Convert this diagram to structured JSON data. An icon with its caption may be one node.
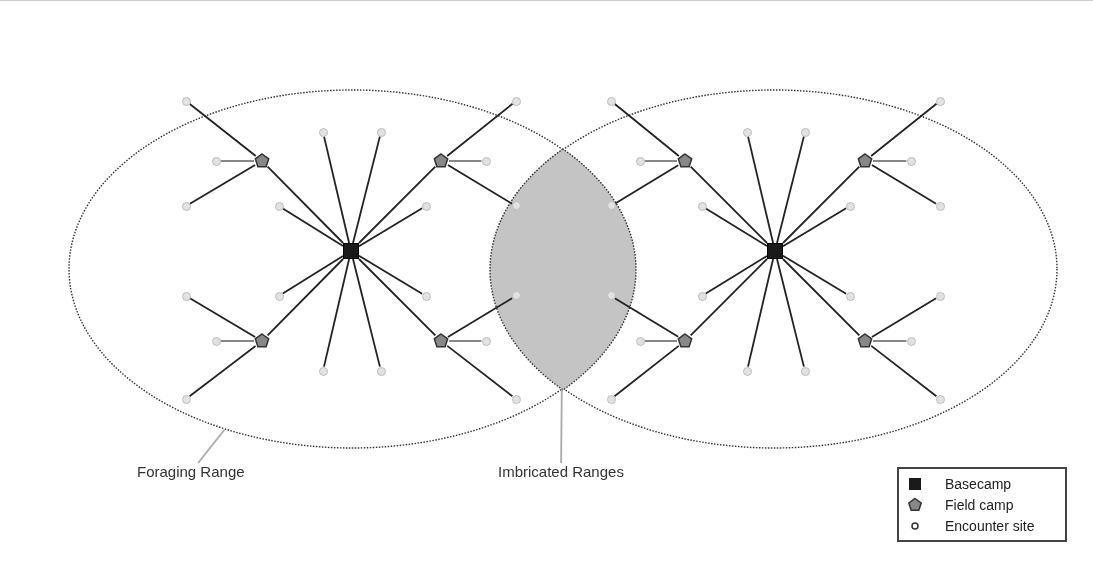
{
  "diagram": {
    "nodes": [
      {
        "text": [],
        "shape": "ellipse"
      },
      {
        "text": [],
        "shape": "ellipse"
      },
      {
        "text": [],
        "shape": "lens"
      },
      {
        "text": [],
        "shape": "square",
        "in": 0
      },
      {
        "text": [],
        "shape": "pentagon",
        "in": 0
      },
      {
        "text": [],
        "shape": "pentagon",
        "in": 0
      },
      {
        "text": [],
        "shape": "pentagon",
        "in": 0
      },
      {
        "text": [],
        "shape": "pentagon",
        "in": 0
      },
      {
        "text": [],
        "shape": "circle",
        "in": 0
      },
      {
        "text": [],
        "shape": "circle",
        "in": 0
      },
      {
        "text": [],
        "shape": "circle",
        "in": 0
      },
      {
        "text": [],
        "shape": "circle",
        "in": 0
      },
      {
        "text": [],
        "shape": "circle",
        "in": 0
      },
      {
        "text": [],
        "shape": "circle",
        "in": 0
      },
      {
        "text": [],
        "shape": "circle",
        "in": 0
      },
      {
        "text": [],
        "shape": "circle",
        "in": 0
      },
      {
        "text": [],
        "shape": "circle",
        "in": 0
      },
      {
        "text": [],
        "shape": "circle",
        "in": 0
      },
      {
        "text": [],
        "shape": "circle",
        "in": 0
      },
      {
        "text": [],
        "shape": "circle",
        "in": 0
      },
      {
        "text": [],
        "shape": "circle",
        "in": 0
      },
      {
        "text": [],
        "shape": "circle",
        "in": 2
      },
      {
        "text": [],
        "shape": "circle",
        "in": 0
      },
      {
        "text": [],
        "shape": "circle",
        "in": 0
      },
      {
        "text": [],
        "shape": "circle",
        "in": 0
      },
      {
        "text": [],
        "shape": "circle",
        "in": 2
      },
      {
        "text": [],
        "shape": "circle",
        "in": 0
      },
      {
        "text": [],
        "shape": "circle",
        "in": 0
      },
      {
        "text": [],
        "shape": "square",
        "in": 1
      },
      {
        "text": [],
        "shape": "pentagon",
        "in": 1
      },
      {
        "text": [],
        "shape": "pentagon",
        "in": 1
      },
      {
        "text": [],
        "shape": "pentagon",
        "in": 1
      },
      {
        "text": [],
        "shape": "pentagon",
        "in": 1
      },
      {
        "text": [],
        "shape": "circle",
        "in": 1
      },
      {
        "text": [],
        "shape": "circle",
        "in": 1
      },
      {
        "text": [],
        "shape": "circle",
        "in": 1
      },
      {
        "text": [],
        "shape": "circle",
        "in": 1
      },
      {
        "text": [],
        "shape": "circle",
        "in": 1
      },
      {
        "text": [],
        "shape": "circle",
        "in": 1
      },
      {
        "text": [],
        "shape": "circle",
        "in": 1
      },
      {
        "text": [],
        "shape": "circle",
        "in": 1
      },
      {
        "text": [],
        "shape": "circle",
        "in": 1
      },
      {
        "text": [],
        "shape": "circle",
        "in": 1
      },
      {
        "text": [],
        "shape": "circle",
        "in": 2
      },
      {
        "text": [],
        "shape": "circle",
        "in": 1
      },
      {
        "text": [],
        "shape": "circle",
        "in": 1
      },
      {
        "text": [],
        "shape": "circle",
        "in": 1
      },
      {
        "text": [],
        "shape": "circle",
        "in": 2
      },
      {
        "text": [],
        "shape": "circle",
        "in": 1
      },
      {
        "text": [],
        "shape": "circle",
        "in": 1
      },
      {
        "text": [],
        "shape": "circle",
        "in": 1
      },
      {
        "text": [],
        "shape": "circle",
        "in": 1
      },
      {
        "text": [],
        "shape": "circle",
        "in": 1
      },
      {
        "text": [
          "Foraging Range"
        ]
      },
      {
        "text": [
          "Imbricated Ranges"
        ]
      }
    ],
    "edges": [
      {
        "from": 3,
        "to": 4,
        "arrow": "none"
      },
      {
        "from": 3,
        "to": 5,
        "arrow": "none"
      },
      {
        "from": 3,
        "to": 6,
        "arrow": "none"
      },
      {
        "from": 3,
        "to": 7,
        "arrow": "none"
      },
      {
        "from": 3,
        "to": 8,
        "arrow": "none"
      },
      {
        "from": 3,
        "to": 9,
        "arrow": "none"
      },
      {
        "from": 3,
        "to": 10,
        "arrow": "none"
      },
      {
        "from": 3,
        "to": 11,
        "arrow": "none"
      },
      {
        "from": 3,
        "to": 12,
        "arrow": "none"
      },
      {
        "from": 3,
        "to": 13,
        "arrow": "none"
      },
      {
        "from": 3,
        "to": 14,
        "arrow": "none"
      },
      {
        "from": 3,
        "to": 15,
        "arrow": "none"
      },
      {
        "from": 4,
        "to": 16,
        "arrow": "none"
      },
      {
        "from": 4,
        "to": 17,
        "arrow": "none",
        "color": "#888888"
      },
      {
        "from": 4,
        "to": 18,
        "arrow": "none"
      },
      {
        "from": 5,
        "to": 19,
        "arrow": "none"
      },
      {
        "from": 5,
        "to": 20,
        "arrow": "none",
        "color": "#888888"
      },
      {
        "from": 5,
        "to": 21,
        "arrow": "none"
      },
      {
        "from": 6,
        "to": 22,
        "arrow": "none"
      },
      {
        "from": 6,
        "to": 23,
        "arrow": "none",
        "color": "#888888"
      },
      {
        "from": 6,
        "to": 24,
        "arrow": "none"
      },
      {
        "from": 7,
        "to": 25,
        "arrow": "none"
      },
      {
        "from": 7,
        "to": 26,
        "arrow": "none",
        "color": "#888888"
      },
      {
        "from": 7,
        "to": 27,
        "arrow": "none"
      },
      {
        "from": 28,
        "to": 29,
        "arrow": "none"
      },
      {
        "from": 28,
        "to": 30,
        "arrow": "none"
      },
      {
        "from": 28,
        "to": 31,
        "arrow": "none"
      },
      {
        "from": 28,
        "to": 32,
        "arrow": "none"
      },
      {
        "from": 28,
        "to": 33,
        "arrow": "none"
      },
      {
        "from": 28,
        "to": 34,
        "arrow": "none"
      },
      {
        "from": 28,
        "to": 35,
        "arrow": "none"
      },
      {
        "from": 28,
        "to": 36,
        "arrow": "none"
      },
      {
        "from": 28,
        "to": 37,
        "arrow": "none"
      },
      {
        "from": 28,
        "to": 38,
        "arrow": "none"
      },
      {
        "from": 28,
        "to": 39,
        "arrow": "none"
      },
      {
        "from": 28,
        "to": 40,
        "arrow": "none"
      },
      {
        "from": 29,
        "to": 41,
        "arrow": "none"
      },
      {
        "from": 29,
        "to": 42,
        "arrow": "none",
        "color": "#888888"
      },
      {
        "from": 29,
        "to": 43,
        "arrow": "none"
      },
      {
        "from": 30,
        "to": 44,
        "arrow": "none"
      },
      {
        "from": 30,
        "to": 45,
        "arrow": "none",
        "color": "#888888"
      },
      {
        "from": 30,
        "to": 46,
        "arrow": "none"
      },
      {
        "from": 31,
        "to": 47,
        "arrow": "none"
      },
      {
        "from": 31,
        "to": 48,
        "arrow": "none",
        "color": "#888888"
      },
      {
        "from": 31,
        "to": 49,
        "arrow": "none"
      },
      {
        "from": 32,
        "to": 50,
        "arrow": "none"
      },
      {
        "from": 32,
        "to": 51,
        "arrow": "none",
        "color": "#888888"
      },
      {
        "from": 32,
        "to": 52,
        "arrow": "none"
      },
      {
        "from": 53,
        "to": 0,
        "arrow": "none",
        "color": "#aaaaaa"
      },
      {
        "from": 54,
        "to": 2,
        "arrow": "none",
        "color": "#aaaaaa"
      }
    ],
    "legend": [
      {
        "text": "Basecamp"
      },
      {
        "text": "Field camp"
      },
      {
        "text": "Encounter site"
      }
    ]
  }
}
